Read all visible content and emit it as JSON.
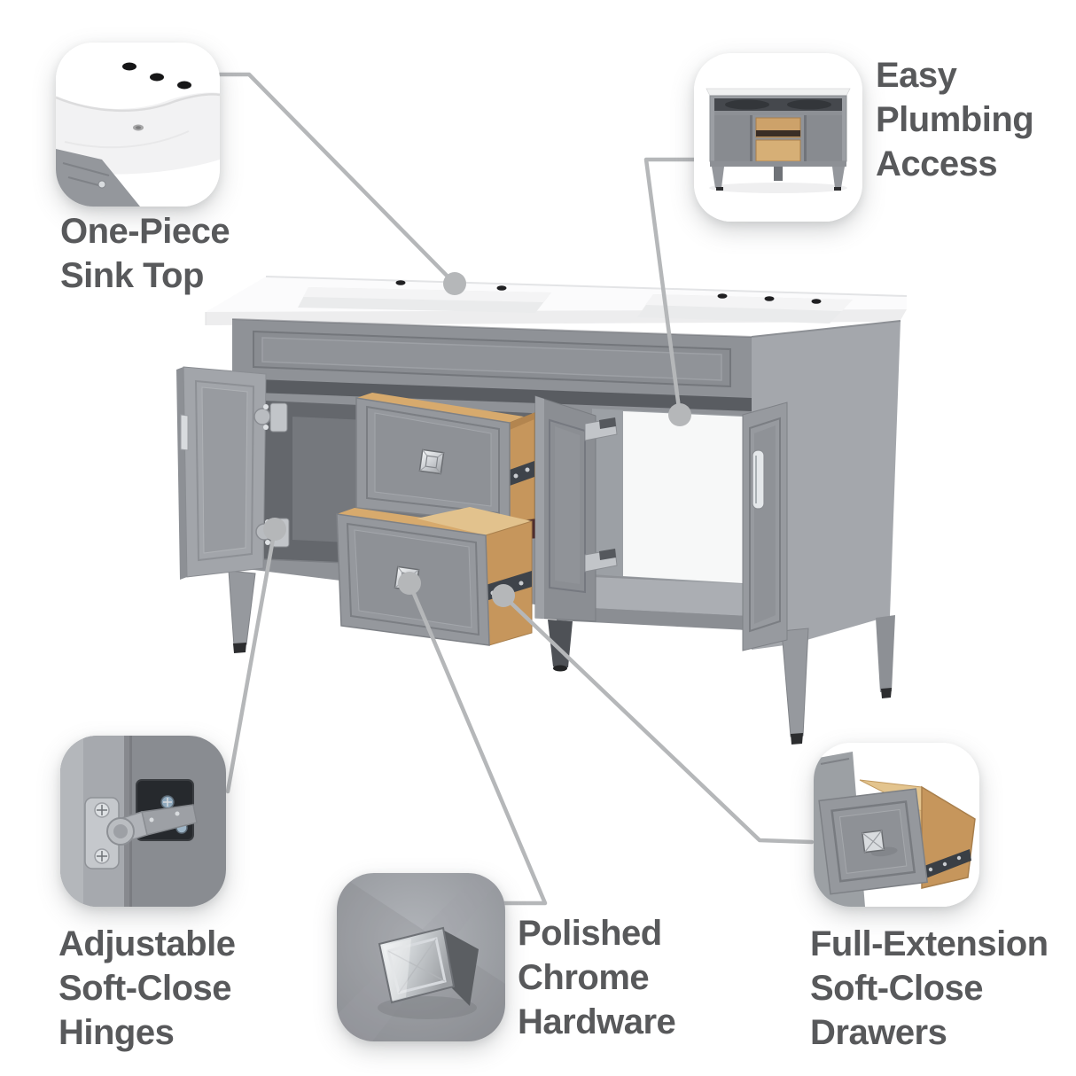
{
  "style": {
    "page_bg": "#ffffff",
    "text_color": "#58595b",
    "line_color": "#b5b7b9",
    "cabinet_gray": "#8f9297",
    "cabinet_gray_light": "#a3a6ab",
    "wood_tan": "#c6965c",
    "chrome": "#e2e5e8"
  },
  "callouts": {
    "sink_top": {
      "lines": [
        "One-Piece",
        "Sink Top"
      ]
    },
    "plumbing": {
      "lines": [
        "Easy",
        "Plumbing",
        "Access"
      ]
    },
    "hinges": {
      "lines": [
        "Adjustable",
        "Soft-Close",
        "Hinges"
      ]
    },
    "hardware": {
      "lines": [
        "Polished",
        "Chrome",
        "Hardware"
      ]
    },
    "drawers": {
      "lines": [
        "Full-Extension",
        "Soft-Close",
        "Drawers"
      ]
    }
  }
}
